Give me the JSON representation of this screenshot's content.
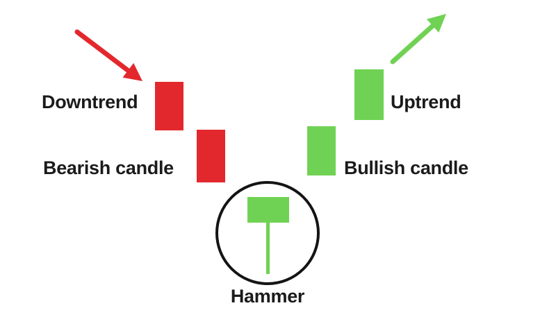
{
  "diagram": {
    "name": "Hammer candlestick pattern",
    "labels": {
      "downtrend": "Downtrend",
      "bearish_candle": "Bearish candle",
      "bullish_candle": "Bullish candle",
      "uptrend": "Uptrend",
      "hammer": "Hammer"
    },
    "colors": {
      "bearish_red": "#e3282d",
      "bullish_green": "#70d254",
      "text_ink": "#1b1b1b",
      "circle_stroke": "#141414",
      "background": "#ffffff"
    }
  }
}
